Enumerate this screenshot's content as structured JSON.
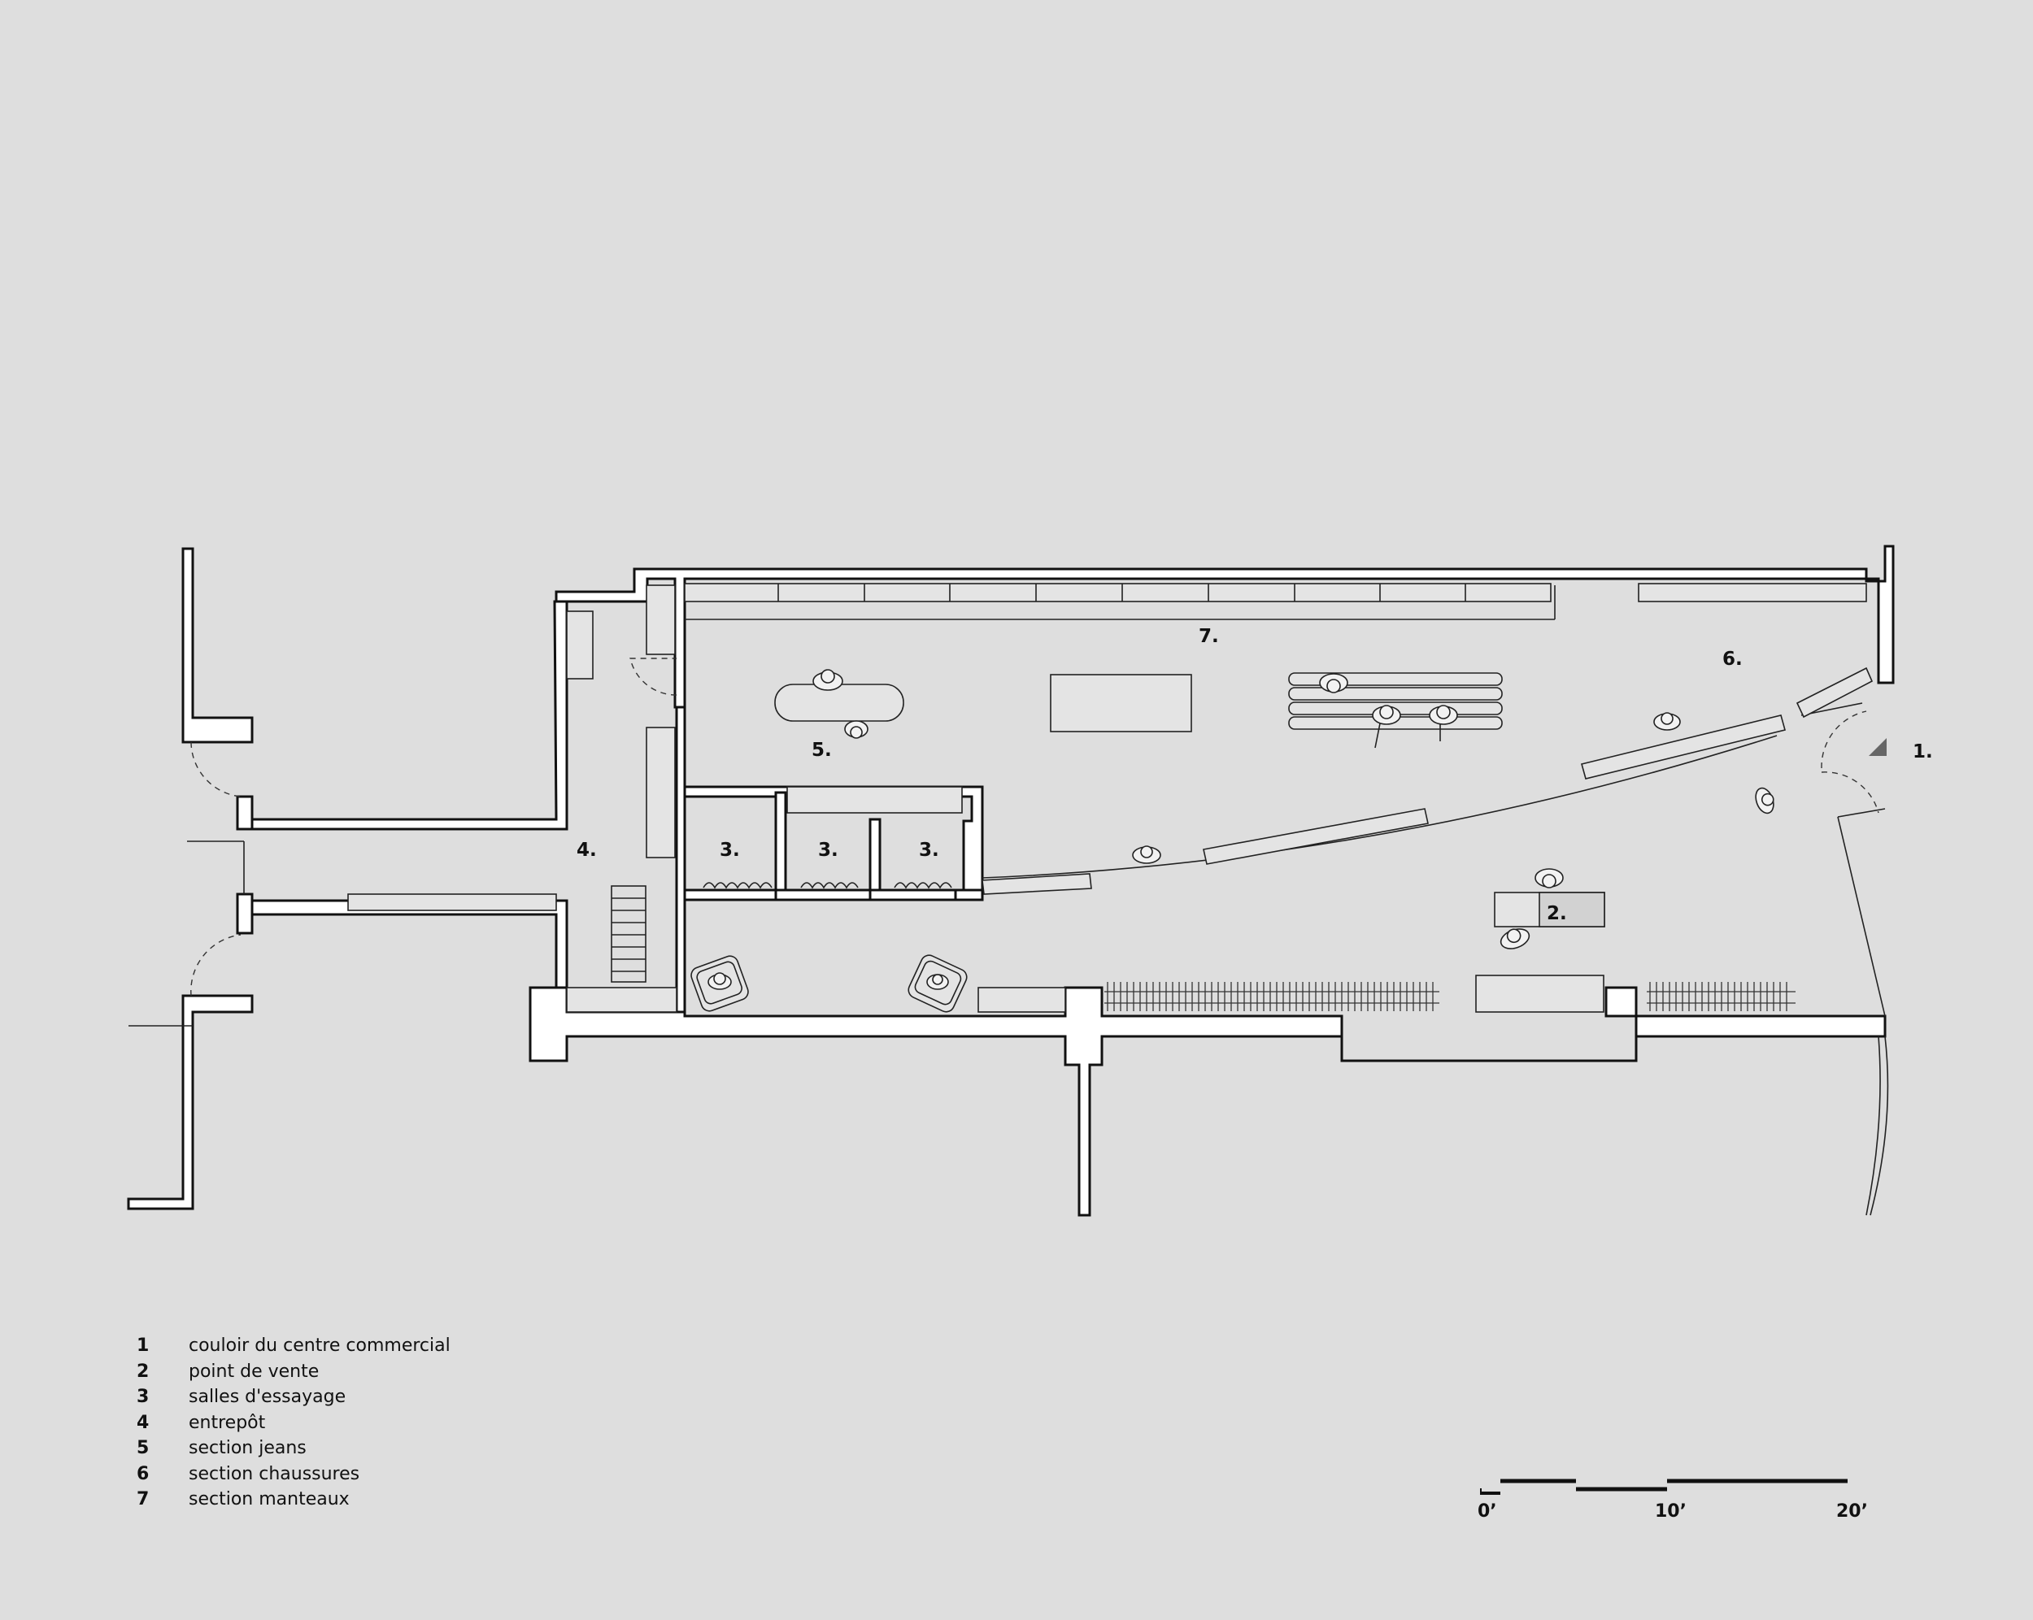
{
  "plan": {
    "room_tags": {
      "corridor": "1.",
      "pos": "2.",
      "fitting_a": "3.",
      "fitting_b": "3.",
      "fitting_c": "3.",
      "storage": "4.",
      "jeans": "5.",
      "shoes": "6.",
      "coats": "7."
    }
  },
  "legend": [
    {
      "num": "1",
      "label": "couloir du centre commercial"
    },
    {
      "num": "2",
      "label": "point de vente"
    },
    {
      "num": "3",
      "label": "salles d'essayage"
    },
    {
      "num": "4",
      "label": "entrepôt"
    },
    {
      "num": "5",
      "label": "section jeans"
    },
    {
      "num": "6",
      "label": "section chaussures"
    },
    {
      "num": "7",
      "label": "section manteaux"
    }
  ],
  "scale_bar": {
    "labels": [
      "0’",
      "10’",
      "20’"
    ]
  },
  "icons": {
    "entrance": "entrance-arrow-icon",
    "people": "person-icon",
    "chairs": "lounge-chair-icon"
  }
}
